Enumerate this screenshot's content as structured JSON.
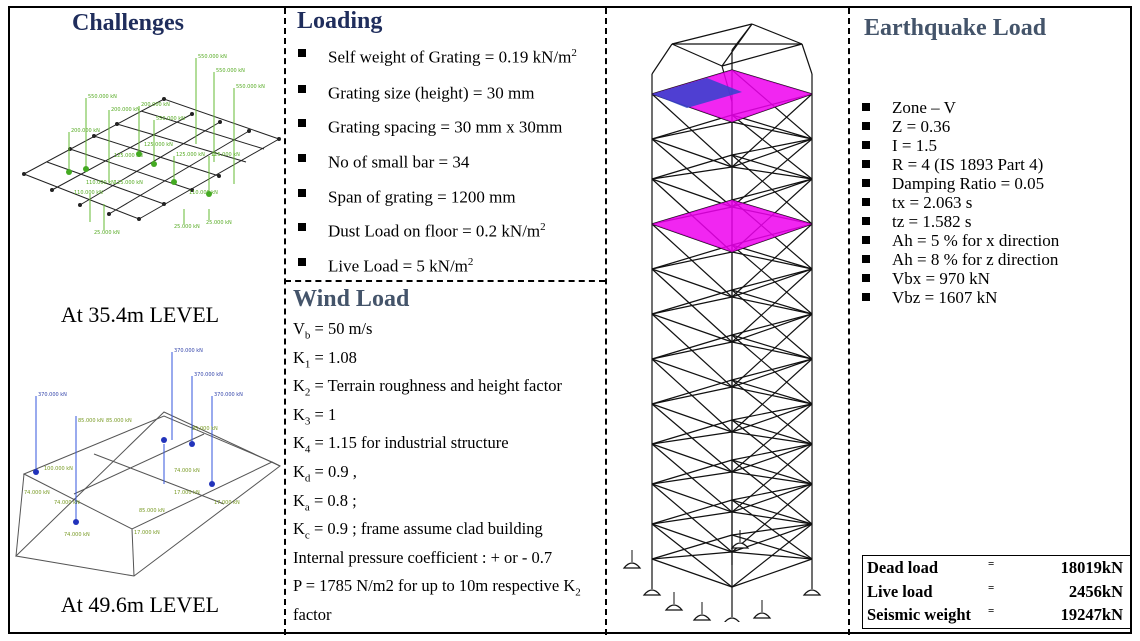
{
  "challenges": {
    "title": "Challenges",
    "figure1_caption": "At 35.4m LEVEL",
    "figure2_caption": "At 49.6m LEVEL",
    "figure1_labels": [
      "550.000 kN",
      "550.000 kN",
      "550.000 kN",
      "550.000 kN",
      "200.000 kN",
      "200.000 kN",
      "200.000 kN",
      "550.000 kN",
      "125.000 kN",
      "125.000 kN",
      "125.000 kN",
      "125.000 kN",
      "110.000 kN",
      "110.000 kN",
      "125.000 kN",
      "110.000 kN",
      "25.000 kN",
      "25.000 kN",
      "25.000 kN"
    ],
    "figure2_labels": [
      "370.000 kN",
      "370.000 kN",
      "370.000 kN",
      "370.000 kN",
      "85.000 kN",
      "85.000 kN",
      "85.000 kN",
      "74.000 kN",
      "74.000 kN",
      "74.000 kN",
      "74.000 kN",
      "100.000 kN",
      "85.000 kN",
      "17.000 kN",
      "17.000 kN",
      "17.000 kN"
    ]
  },
  "loading": {
    "title": "Loading",
    "items": [
      {
        "text": "Self weight of Grating = 0.19 kN/m",
        "sup": "2"
      },
      {
        "text": "Grating size (height) = 30 mm",
        "sup": ""
      },
      {
        "text": "Grating spacing = 30 mm x 30mm",
        "sup": ""
      },
      {
        "text": "No of small bar = 34",
        "sup": ""
      },
      {
        "text": "Span of grating = 1200 mm",
        "sup": ""
      },
      {
        "text": "Dust Load on floor = 0.2 kN/m",
        "sup": "2"
      },
      {
        "text": "Live Load = 5 kN/m",
        "sup": "2"
      }
    ]
  },
  "wind": {
    "title": "Wind Load",
    "lines": [
      {
        "pre": "V",
        "sub": "b",
        "post": " = 50 m/s"
      },
      {
        "pre": "K",
        "sub": "1",
        "post": " = 1.08"
      },
      {
        "pre": "K",
        "sub": "2",
        "post": " = Terrain roughness and height factor"
      },
      {
        "pre": "K",
        "sub": "3",
        "post": " = 1"
      },
      {
        "pre": "K",
        "sub": "4",
        "post": " = 1.15 for industrial structure"
      },
      {
        "pre": "K",
        "sub": "d",
        "post": " = 0.9 ,"
      },
      {
        "pre": "K",
        "sub": "a",
        "post": " = 0.8 ;"
      },
      {
        "pre": "K",
        "sub": "c",
        "post": " = 0.9 ; frame assume clad building"
      },
      {
        "pre": "Internal pressure coefficient : + or - 0.7",
        "sub": "",
        "post": ""
      },
      {
        "pre": "P = 1785 N/m2 for up to 10m respective  K",
        "sub": "2",
        "post": " factor"
      }
    ]
  },
  "earthquake": {
    "title": "Earthquake Load",
    "items": [
      "Zone – V",
      "Z = 0.36",
      "I = 1.5",
      "R = 4 (IS 1893 Part 4)",
      "Damping Ratio = 0.05",
      "tx = 2.063 s",
      "tz = 1.582 s",
      "Ah = 5 % for x direction",
      "Ah = 8 % for z direction",
      "Vbx = 970 kN",
      "Vbz = 1607 kN"
    ],
    "totals": [
      {
        "label": "Dead load",
        "sep": "=",
        "value": "18019kN"
      },
      {
        "label": "Live load",
        "sep": "=",
        "value": "2456kN"
      },
      {
        "label": "Seismic weight",
        "sep": "=",
        "value": "19247kN"
      }
    ]
  },
  "colors": {
    "heading_navy": "#1f2d5c",
    "heading_slate": "#44546a",
    "load_arrow_green": "#66bb33",
    "load_arrow_blue": "#3355dd",
    "floor_magenta": "#ee00ee",
    "floor_blue": "#3344cc"
  }
}
